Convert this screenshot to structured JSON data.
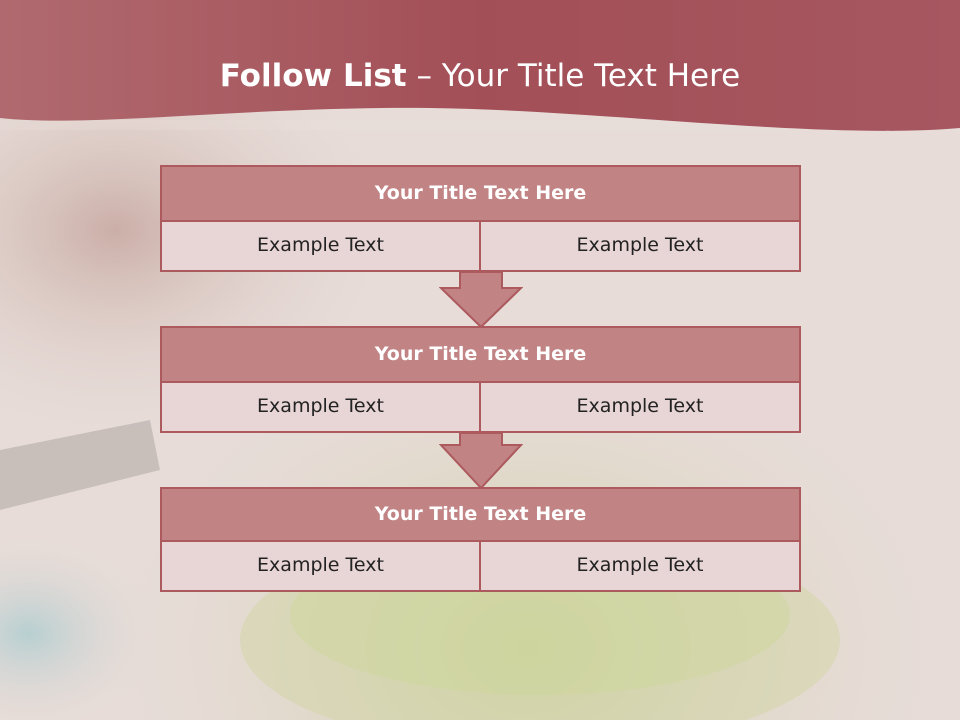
{
  "header": {
    "title_bold": "Follow List",
    "title_rest": " – Your Title Text Here"
  },
  "steps": [
    {
      "title": "Your Title Text Here",
      "left": "Example Text",
      "right": "Example Text"
    },
    {
      "title": "Your Title Text Here",
      "left": "Example Text",
      "right": "Example Text"
    },
    {
      "title": "Your Title Text Here",
      "left": "Example Text",
      "right": "Example Text"
    }
  ],
  "colors": {
    "banner": "#a4525a",
    "title_fill": "#c18384",
    "cell_fill": "#e8d5d5",
    "border": "#ad5a5e"
  }
}
